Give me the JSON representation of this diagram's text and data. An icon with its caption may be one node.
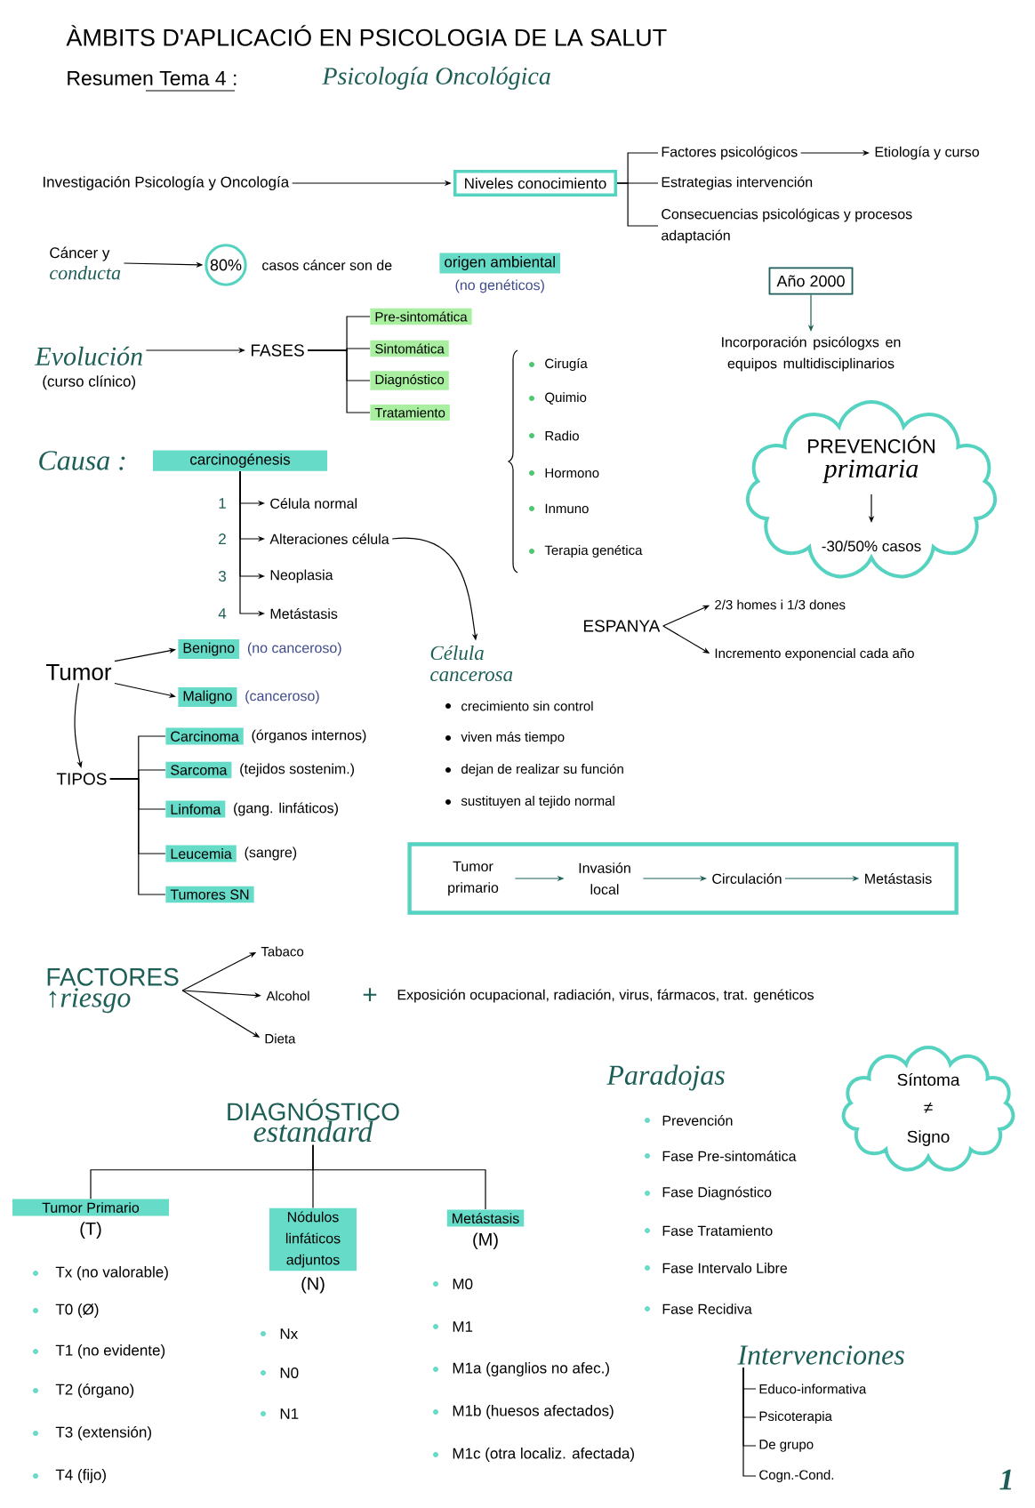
{
  "diagram": {
    "title": "ÀMBITS D'APLICACIÓ EN PSICOLOGIA DE LA SALUT",
    "nodes": [
      {
        "text": [
          "Investigación Psicología y Oncología"
        ]
      },
      {
        "text": [
          "Niveles conocimiento"
        ]
      },
      {
        "text": [
          "Factores psicológicos"
        ]
      },
      {
        "text": [
          "Etiología y curso"
        ]
      },
      {
        "text": [
          "Estrategias intervención"
        ]
      },
      {
        "text": [
          "Consecuencias psicológicas y procesos adaptación"
        ]
      },
      {
        "text": [
          "Cáncer y",
          "conducta"
        ]
      },
      {
        "text": [
          "80%"
        ]
      },
      {
        "text": [
          "origen ambiental"
        ],
        "beside": [
          "(no genéticos)"
        ]
      },
      {
        "text": [
          "Año 2000"
        ]
      },
      {
        "text": [
          "Incorporación psicólogxs en equipos multidisciplinarios"
        ]
      },
      {
        "text": [
          "Evolución",
          "(curso clínico)"
        ]
      },
      {
        "text": [
          "FASES"
        ]
      },
      {
        "text": [
          "Pre-sintomática"
        ]
      },
      {
        "text": [
          "Sintomática"
        ]
      },
      {
        "text": [
          "Diagnóstico"
        ]
      },
      {
        "text": [
          "Tratamiento"
        ]
      },
      {
        "text": [
          "PREVENCIÓN",
          "primaria",
          "-30/50% casos"
        ]
      },
      {
        "text": [
          "carcinogénesis"
        ]
      },
      {
        "text": [
          "Célula normal"
        ]
      },
      {
        "text": [
          "Alteraciones célula"
        ]
      },
      {
        "text": [
          "Neoplasia"
        ]
      },
      {
        "text": [
          "Metástasis"
        ]
      },
      {
        "text": [
          "Célula cancerosa"
        ]
      },
      {
        "text": [
          "ESPANYA"
        ]
      },
      {
        "text": [
          "2/3 homes i 1/3 dones"
        ]
      },
      {
        "text": [
          "Incremento exponencial cada año"
        ]
      },
      {
        "text": [
          "Tumor"
        ]
      },
      {
        "text": [
          "Benigno"
        ],
        "beside": [
          "(no canceroso)"
        ]
      },
      {
        "text": [
          "Maligno"
        ],
        "beside": [
          "(canceroso)"
        ]
      },
      {
        "text": [
          "TIPOS"
        ]
      },
      {
        "text": [
          "Carcinoma"
        ],
        "beside": [
          "(órganos internos)"
        ]
      },
      {
        "text": [
          "Sarcoma"
        ],
        "beside": [
          "(tejidos sostenim.)"
        ]
      },
      {
        "text": [
          "Linfoma"
        ],
        "beside": [
          "(gang. linfáticos)"
        ]
      },
      {
        "text": [
          "Leucemia"
        ],
        "beside": [
          "(sangre)"
        ]
      },
      {
        "text": [
          "Tumores SN"
        ]
      },
      {
        "text": [],
        "shape": "box"
      },
      {
        "text": [
          "Tumor primario"
        ],
        "in": 36
      },
      {
        "text": [
          "Invasión local"
        ],
        "in": 36
      },
      {
        "text": [
          "Circulación"
        ],
        "in": 36
      },
      {
        "text": [
          "Metástasis"
        ],
        "in": 36
      },
      {
        "text": [
          "FACTORES",
          "↑riesgo"
        ]
      },
      {
        "text": [
          "Tabaco"
        ]
      },
      {
        "text": [
          "Alcohol"
        ]
      },
      {
        "text": [
          "Dieta"
        ]
      },
      {
        "text": [
          "DIAGNÓSTICO",
          "estandard"
        ]
      },
      {
        "text": [
          "Tumor Primario"
        ],
        "beside": [
          "(T)"
        ]
      },
      {
        "text": [
          "Nódulos linfáticos adjuntos"
        ],
        "beside": [
          "(N)"
        ]
      },
      {
        "text": [
          "Metástasis"
        ],
        "beside": [
          "(M)"
        ]
      },
      {
        "text": [
          "Síntoma",
          "≠",
          "Signo"
        ]
      },
      {
        "text": [
          "Intervenciones"
        ]
      },
      {
        "text": [
          "Educo-informativa"
        ]
      },
      {
        "text": [
          "Psicoterapia"
        ]
      },
      {
        "text": [
          "De grupo"
        ]
      },
      {
        "text": [
          "Cogn.-Cond."
        ]
      }
    ],
    "edges": [
      {
        "from": 0,
        "to": 1,
        "arrow": "to"
      },
      {
        "from": 1,
        "to": 2,
        "arrow": "none"
      },
      {
        "from": 1,
        "to": 4,
        "arrow": "none"
      },
      {
        "from": 1,
        "to": 5,
        "arrow": "none"
      },
      {
        "from": 2,
        "to": 3,
        "arrow": "to"
      },
      {
        "from": 6,
        "to": 7,
        "arrow": "to"
      },
      {
        "from": 9,
        "to": 10,
        "arrow": "to",
        "color": "#1d5e57"
      },
      {
        "from": 11,
        "to": 12,
        "arrow": "to"
      },
      {
        "from": 12,
        "to": 13,
        "arrow": "none"
      },
      {
        "from": 12,
        "to": 14,
        "arrow": "none"
      },
      {
        "from": 12,
        "to": 15,
        "arrow": "none"
      },
      {
        "from": 12,
        "to": 16,
        "arrow": "none"
      },
      {
        "from": 18,
        "to": 19,
        "arrow": "to"
      },
      {
        "from": 18,
        "to": 20,
        "arrow": "to"
      },
      {
        "from": 18,
        "to": 21,
        "arrow": "to"
      },
      {
        "from": 18,
        "to": 22,
        "arrow": "to"
      },
      {
        "from": 20,
        "to": 23,
        "arrow": "to"
      },
      {
        "from": 24,
        "to": 25,
        "arrow": "to"
      },
      {
        "from": 24,
        "to": 26,
        "arrow": "to"
      },
      {
        "from": 27,
        "to": 28,
        "arrow": "to"
      },
      {
        "from": 27,
        "to": 29,
        "arrow": "to"
      },
      {
        "from": 27,
        "to": 30,
        "arrow": "to"
      },
      {
        "from": 30,
        "to": 31,
        "arrow": "none"
      },
      {
        "from": 30,
        "to": 32,
        "arrow": "none"
      },
      {
        "from": 30,
        "to": 33,
        "arrow": "none"
      },
      {
        "from": 30,
        "to": 34,
        "arrow": "none"
      },
      {
        "from": 30,
        "to": 35,
        "arrow": "none"
      },
      {
        "from": 37,
        "to": 38,
        "arrow": "to",
        "color": "#1d5e57"
      },
      {
        "from": 38,
        "to": 39,
        "arrow": "to",
        "color": "#1d5e57"
      },
      {
        "from": 39,
        "to": 40,
        "arrow": "to",
        "color": "#1d5e57"
      },
      {
        "from": 41,
        "to": 42,
        "arrow": "to"
      },
      {
        "from": 41,
        "to": 43,
        "arrow": "to"
      },
      {
        "from": 41,
        "to": 44,
        "arrow": "to"
      },
      {
        "from": 45,
        "to": 46,
        "arrow": "none"
      },
      {
        "from": 45,
        "to": 47,
        "arrow": "none"
      },
      {
        "from": 45,
        "to": 48,
        "arrow": "none"
      },
      {
        "from": 50,
        "to": 51,
        "arrow": "none"
      },
      {
        "from": 50,
        "to": 52,
        "arrow": "none"
      },
      {
        "from": 50,
        "to": 53,
        "arrow": "none"
      },
      {
        "from": 50,
        "to": 54,
        "arrow": "none"
      }
    ],
    "labels": [
      "Resumen Tema 4 :",
      "Psicología Oncológica",
      "casos cáncer son de",
      "Cirugía",
      "Quimio",
      "Radio",
      "Hormono",
      "Inmuno",
      "Terapia genética",
      "Causa :",
      "1",
      "2",
      "3",
      "4",
      "crecimiento sin control",
      "viven más tiempo",
      "dejan de realizar su función",
      "sustituyen al tejido normal",
      "+",
      "Exposición ocupacional, radiación, virus, fármacos, trat. genéticos",
      "Paradojas",
      "Prevención",
      "Fase Pre-sintomática",
      "Fase Diagnóstico",
      "Fase Tratamiento",
      "Fase Intervalo Libre",
      "Fase Recidiva",
      "Tx (no valorable)",
      "T0 (Ø)",
      "T1 (no evidente)",
      "T2 (órgano)",
      "T3 (extensión)",
      "T4 (fijo)",
      "Nx",
      "N0",
      "N1",
      "M0",
      "M1",
      "M1a (ganglios no afec.)",
      "M1b (huesos afectados)",
      "M1c (otra localiz. afectada)",
      "1"
    ]
  }
}
